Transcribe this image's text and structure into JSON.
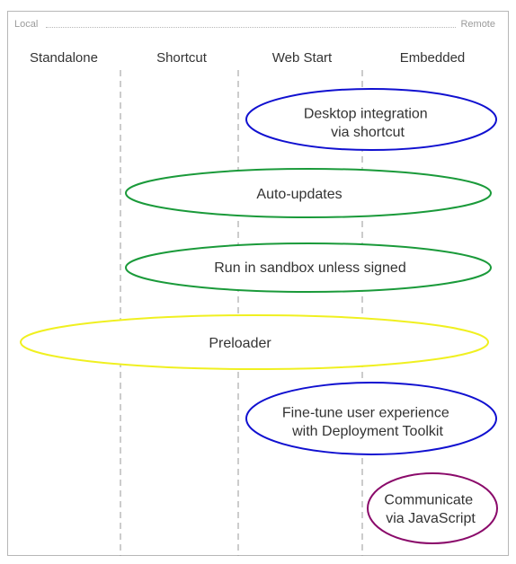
{
  "scale": {
    "left_label": "Local",
    "right_label": "Remote"
  },
  "columns": [
    {
      "label": "Standalone"
    },
    {
      "label": "Shortcut"
    },
    {
      "label": "Web Start"
    },
    {
      "label": "Embedded"
    }
  ],
  "features": [
    {
      "lines": [
        "Desktop integration",
        "via shortcut"
      ],
      "color": "#1010d0"
    },
    {
      "lines": [
        "Auto-updates"
      ],
      "color": "#1a9a3a"
    },
    {
      "lines": [
        "Run in sandbox unless signed"
      ],
      "color": "#1a9a3a"
    },
    {
      "lines": [
        "Preloader"
      ],
      "color": "#f0f020"
    },
    {
      "lines": [
        "Fine-tune user experience",
        "with Deployment Toolkit"
      ],
      "color": "#1010d0"
    },
    {
      "lines": [
        "Communicate",
        "via JavaScript"
      ],
      "color": "#8a0a6a"
    }
  ]
}
